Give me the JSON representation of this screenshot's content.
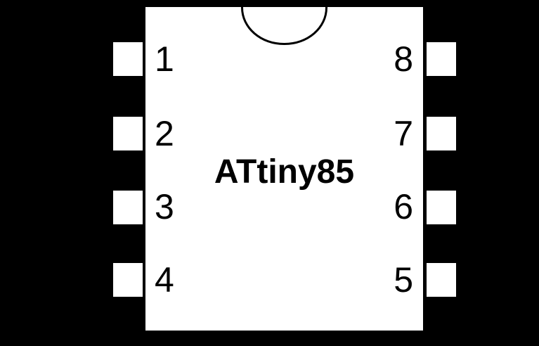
{
  "chip": {
    "name": "ATtiny85",
    "package": "DIP-8",
    "left_pins": [
      "1",
      "2",
      "3",
      "4"
    ],
    "right_pins": [
      "8",
      "7",
      "6",
      "5"
    ]
  },
  "colors": {
    "background": "#000000",
    "chip_body": "#ffffff",
    "pad_fill": "#ffffff",
    "outline": "#000000",
    "text": "#000000"
  }
}
